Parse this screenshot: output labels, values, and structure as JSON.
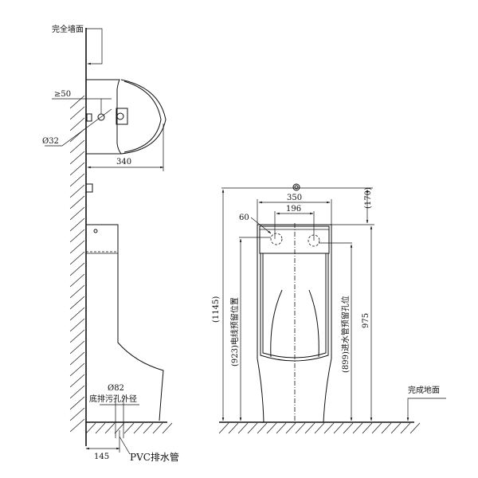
{
  "labels": {
    "finished_wall": "完全墙面",
    "min_distance": "≥50",
    "pipe_diameter": "Ø32",
    "depth": "340",
    "drain_diameter": "Ø82",
    "drain_desc": "底排污孔外径",
    "drain_offset": "145",
    "pvc_pipe": "PVC排水管",
    "width": "350",
    "hole_spacing": "196",
    "hole_size": "60",
    "top_offset": "(170)",
    "total_height": "(1145)",
    "cable_position": "(923)电线预留位置",
    "water_inlet_position": "(899)进水管预留孔位",
    "body_height": "975",
    "finished_floor": "完成地面"
  }
}
